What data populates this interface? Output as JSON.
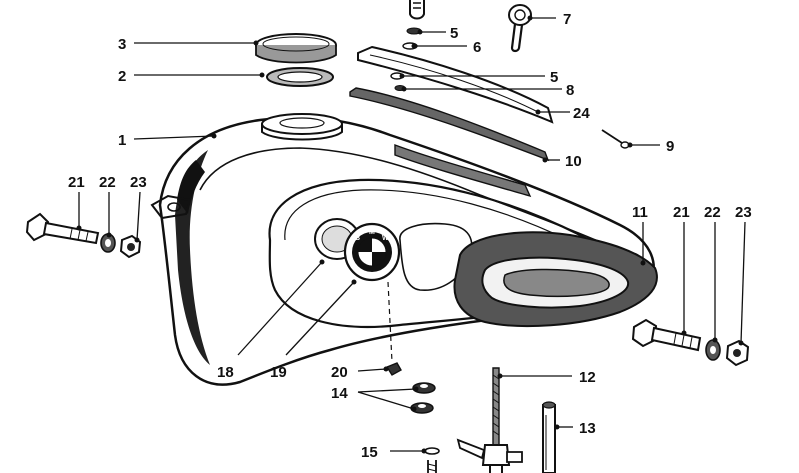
{
  "diagram": {
    "callouts": [
      {
        "id": "c1",
        "label": "1"
      },
      {
        "id": "c2",
        "label": "2"
      },
      {
        "id": "c3",
        "label": "3"
      },
      {
        "id": "c5a",
        "label": "5"
      },
      {
        "id": "c5b",
        "label": "5"
      },
      {
        "id": "c6",
        "label": "6"
      },
      {
        "id": "c7",
        "label": "7"
      },
      {
        "id": "c8",
        "label": "8"
      },
      {
        "id": "c9",
        "label": "9"
      },
      {
        "id": "c10",
        "label": "10"
      },
      {
        "id": "c11",
        "label": "11"
      },
      {
        "id": "c12",
        "label": "12"
      },
      {
        "id": "c13",
        "label": "13"
      },
      {
        "id": "c14",
        "label": "14"
      },
      {
        "id": "c15",
        "label": "15"
      },
      {
        "id": "c18",
        "label": "18"
      },
      {
        "id": "c19",
        "label": "19"
      },
      {
        "id": "c20",
        "label": "20"
      },
      {
        "id": "c21a",
        "label": "21"
      },
      {
        "id": "c22a",
        "label": "22"
      },
      {
        "id": "c23a",
        "label": "23"
      },
      {
        "id": "c21b",
        "label": "21"
      },
      {
        "id": "c22b",
        "label": "22"
      },
      {
        "id": "c23b",
        "label": "23"
      },
      {
        "id": "c24",
        "label": "24"
      }
    ],
    "emblem_letters": [
      "B",
      "M",
      "W"
    ],
    "colors": {
      "ink": "#111111",
      "paper": "#ffffff"
    }
  }
}
